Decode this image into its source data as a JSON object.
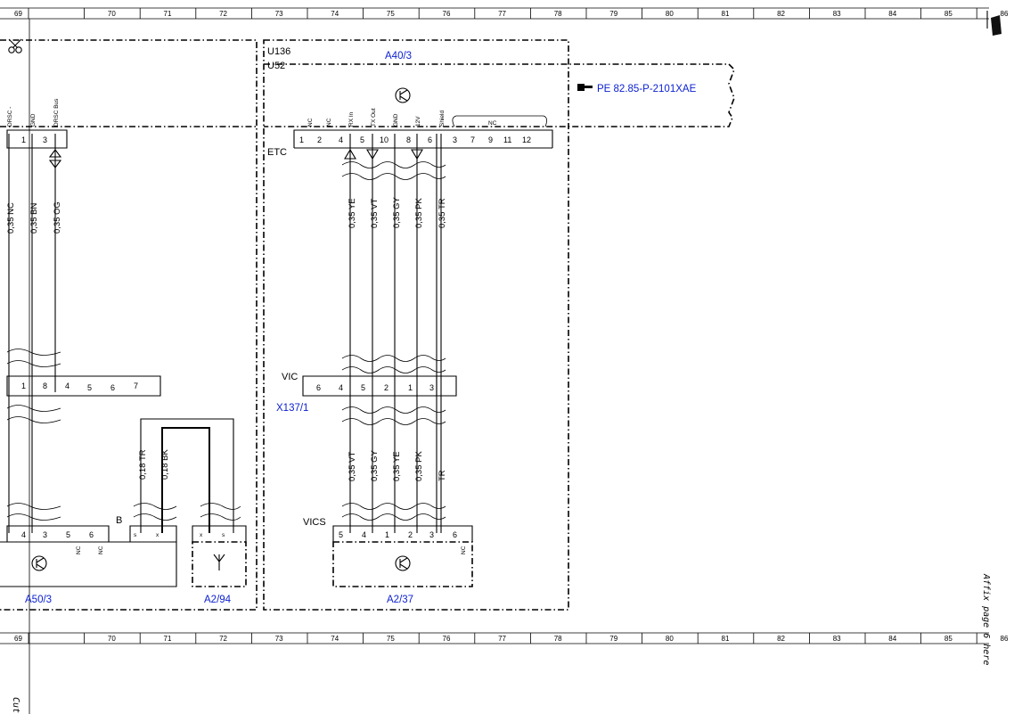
{
  "ruler": {
    "numbers": [
      "69",
      "70",
      "71",
      "72",
      "73",
      "74",
      "75",
      "76",
      "77",
      "78",
      "79",
      "80",
      "81",
      "82",
      "83",
      "84",
      "85",
      "86"
    ]
  },
  "labels": {
    "u136": "U136",
    "u52": "U52",
    "a40_3": "A40/3",
    "pe_ref": "PE 82.85-P-2101XAE",
    "etc": "ETC",
    "vic": "VIC",
    "x137_1": "X137/1",
    "vics": "VICS",
    "b": "B",
    "a50_3": "A50/3",
    "a2_94": "A2/94",
    "a2_37": "A2/37",
    "cut_here": "Cut here",
    "affix_page": "Affix page 6 here"
  },
  "etc_connector": {
    "pins": [
      "1",
      "2",
      "4",
      "5",
      "10",
      "8",
      "6",
      "3",
      "7",
      "9",
      "11",
      "12"
    ],
    "signals": [
      "NC",
      "NC",
      "RX In",
      "TX Out",
      "GND",
      "12V",
      "Shield"
    ],
    "nc_bracket": "NC"
  },
  "left_connector": {
    "pins": [
      "1",
      "3"
    ],
    "signals": [
      "DRSC -",
      "GND",
      "DRSC Bus"
    ]
  },
  "wires_upper": [
    "0,35 YE",
    "0,35 VT",
    "0,35 GY",
    "0,35 PK",
    "0,35 TR"
  ],
  "wires_left": [
    "0,35 NC",
    "0,35 BN",
    "0,35 OG"
  ],
  "vic_connector": {
    "pins": [
      "6",
      "4",
      "5",
      "2",
      "1",
      "3"
    ]
  },
  "left_mid_connector": {
    "pins": [
      "1",
      "8",
      "4",
      "5",
      "6",
      "7"
    ]
  },
  "wires_lower": [
    "0,35 VT",
    "0,35 GY",
    "0,35 YE",
    "0,35 PK",
    "TR"
  ],
  "wires_b": [
    "0,18 TR",
    "0,18 BK"
  ],
  "vics_connector": {
    "pins": [
      "5",
      "4",
      "1",
      "2",
      "3",
      "6"
    ],
    "nc": "NC"
  },
  "a50_connector": {
    "pins": [
      "4",
      "3",
      "5",
      "6"
    ],
    "nc": [
      "NC",
      "NC"
    ]
  },
  "b_connector": {
    "pins": [
      "s",
      "x"
    ]
  },
  "a294_connector": {
    "pins": [
      "x",
      "s"
    ]
  }
}
